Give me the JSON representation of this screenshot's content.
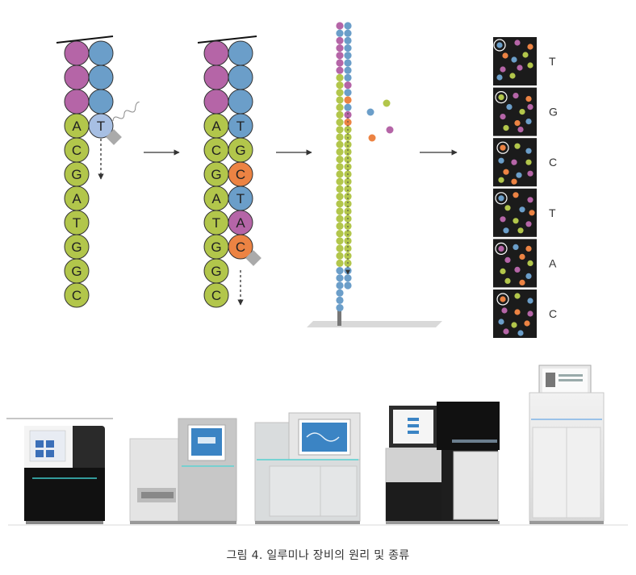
{
  "colors": {
    "green": "#b2c64b",
    "blue": "#6b9ec9",
    "lightblue": "#a7bfe3",
    "pink": "#b565a7",
    "orange": "#ec8343",
    "tile_bg": "#1b1b1b",
    "outline": "#333333"
  },
  "diagram": {
    "panel1": {
      "top_pairs": 3,
      "pair_bases": [
        "A"
      ],
      "pair_partner": "T",
      "strand": [
        "C",
        "G",
        "A",
        "T",
        "G",
        "G",
        "C"
      ]
    },
    "panel2": {
      "top_pairs": 3,
      "pairs": [
        [
          "A",
          "T"
        ],
        [
          "C",
          "G"
        ],
        [
          "G",
          "C"
        ],
        [
          "A",
          "T"
        ],
        [
          "T",
          "A"
        ],
        [
          "G",
          "C"
        ]
      ],
      "strand": [
        "G",
        "C"
      ]
    },
    "panel4": {
      "base_calls": [
        "T",
        "G",
        "C",
        "T",
        "A",
        "C"
      ]
    }
  },
  "instruments": [
    {
      "name": "instrument-1",
      "screen": "light"
    },
    {
      "name": "instrument-2",
      "screen": "blue"
    },
    {
      "name": "instrument-3",
      "screen": "blue"
    },
    {
      "name": "instrument-4",
      "screen": "white"
    },
    {
      "name": "instrument-5",
      "screen": "white"
    }
  ],
  "caption": "그림 4. 일루미나 장비의 원리 및 종류"
}
